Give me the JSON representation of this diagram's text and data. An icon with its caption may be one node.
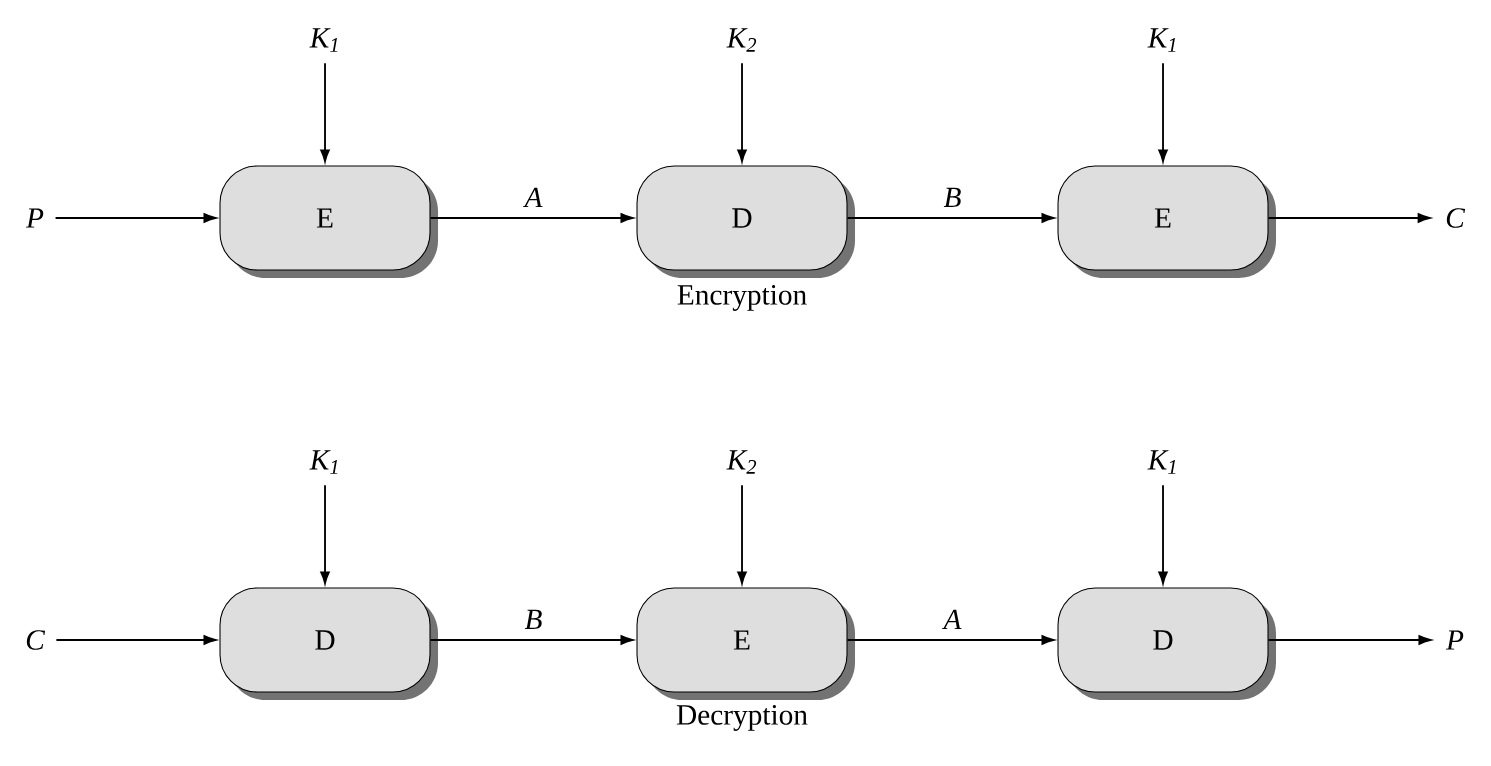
{
  "diagram": {
    "nodes": [
      {
        "text": [
          "K$_{1}$"
        ]
      },
      {
        "text": [
          "K$_{2}$"
        ]
      },
      {
        "text": [
          "K$_{1}$"
        ]
      },
      {
        "text": [
          "P"
        ]
      },
      {
        "text": [
          "E"
        ]
      },
      {
        "text": [
          "D"
        ]
      },
      {
        "text": [
          "E"
        ]
      },
      {
        "text": [
          "C"
        ]
      },
      {
        "text": [
          "K$_{1}$"
        ]
      },
      {
        "text": [
          "K$_{2}$"
        ]
      },
      {
        "text": [
          "K$_{1}$"
        ]
      },
      {
        "text": [
          "C"
        ]
      },
      {
        "text": [
          "D"
        ]
      },
      {
        "text": [
          "E"
        ]
      },
      {
        "text": [
          "D"
        ]
      },
      {
        "text": [
          "P"
        ]
      }
    ],
    "edges": [
      {
        "from": 0,
        "to": 4,
        "arrow": "to"
      },
      {
        "from": 1,
        "to": 5,
        "arrow": "to"
      },
      {
        "from": 2,
        "to": 6,
        "arrow": "to"
      },
      {
        "from": 3,
        "to": 4,
        "arrow": "to"
      },
      {
        "from": 4,
        "to": 5,
        "arrow": "to",
        "label": "A"
      },
      {
        "from": 5,
        "to": 6,
        "arrow": "to",
        "label": "B"
      },
      {
        "from": 6,
        "to": 7,
        "arrow": "to"
      },
      {
        "from": 8,
        "to": 12,
        "arrow": "to"
      },
      {
        "from": 9,
        "to": 13,
        "arrow": "to"
      },
      {
        "from": 10,
        "to": 14,
        "arrow": "to"
      },
      {
        "from": 11,
        "to": 12,
        "arrow": "to"
      },
      {
        "from": 12,
        "to": 13,
        "arrow": "to",
        "label": "B"
      },
      {
        "from": 13,
        "to": 14,
        "arrow": "to",
        "label": "A"
      },
      {
        "from": 14,
        "to": 15,
        "arrow": "to"
      }
    ],
    "labels": [
      "Encryption",
      "Decryption"
    ]
  }
}
